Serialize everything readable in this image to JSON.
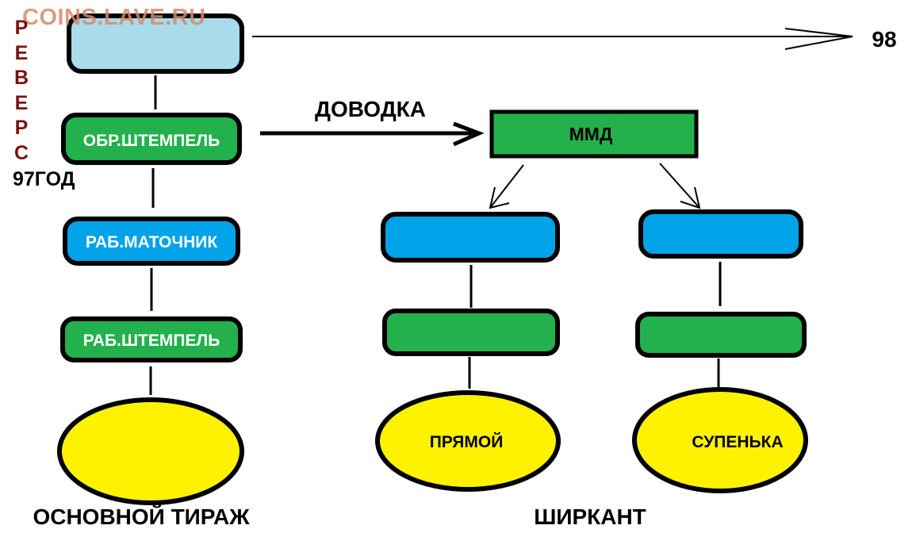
{
  "watermark": "COINS.LAVE.RU",
  "side_label_letters": [
    "Р",
    "Е",
    "В",
    "Е",
    "Р",
    "С"
  ],
  "year_label": "97ГОД",
  "top_right_label": "98",
  "arrow_label": "ДОВОДКА",
  "left_chain": {
    "box1": "",
    "box2": "ОБР.ШТЕМПЕЛЬ",
    "box3": "РАБ.МАТОЧНИК",
    "box4": "РАБ.ШТЕМПЕЛЬ",
    "ellipse": "",
    "caption": "ОСНОВНОЙ ТИРАЖ"
  },
  "mmd_box": "ММД",
  "right_chain": {
    "left_branch_ellipse": "ПРЯМОЙ",
    "right_branch_ellipse": "СУПЕНЬКА",
    "caption": "ШИРКАНТ"
  },
  "colors": {
    "light_blue": "#a8dcea",
    "green": "#22b14c",
    "blue": "#00a2e8",
    "yellow": "#fff200",
    "outline": "#000000"
  }
}
